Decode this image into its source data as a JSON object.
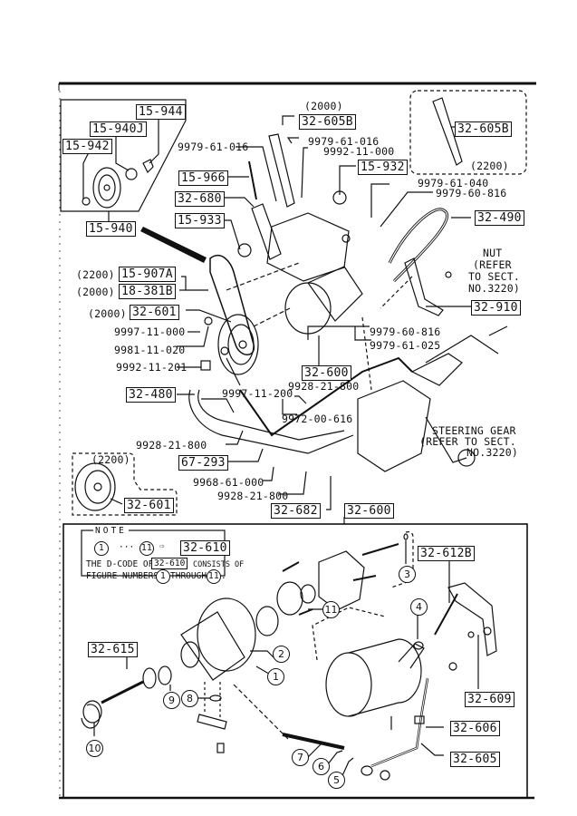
{
  "diagram": {
    "title": "Power steering pump and lines exploded parts diagram",
    "top_section": {
      "idler_group": {
        "assembly": "15-940",
        "parts": [
          "15-944",
          "15-940J",
          "15-942"
        ]
      },
      "variant_2000_label": "(2000)",
      "variant_2200_label": "(2200)",
      "bracket_2000": "32-605B",
      "bracket_2200": "32-605B",
      "bolts": {
        "b1": "9979-61-016",
        "b2": "9979-61-016",
        "b3": "9992-11-000",
        "b4": "9979-61-040",
        "b5": "9979-60-816",
        "b6": "9979-60-816",
        "b7": "9979-61-025"
      },
      "parts": {
        "p15_966": "15-966",
        "p32_680": "32-680",
        "p15_933": "15-933",
        "p15_932": "15-932",
        "p32_490": "32-490",
        "p32_910": "32-910"
      },
      "nut_note": [
        "NUT",
        "(REFER",
        "TO SECT.",
        "NO.3220)"
      ],
      "belts": [
        {
          "variant": "(2200)",
          "part": "15-907A"
        },
        {
          "variant": "(2000)",
          "part": "18-381B"
        }
      ],
      "pulley": {
        "variant": "(2000)",
        "part": "32-601"
      },
      "pulley_hardware": [
        "9997-11-000",
        "9981-11-020",
        "9992-11-201",
        "9997-11-200"
      ],
      "pump": "32-600",
      "clamp_a": "9928-21-800",
      "bolt_c": "9972-00-616",
      "hose_480": "32-480",
      "clamp_b": "9928-21-800",
      "part_67_293": "67-293",
      "hose_clip": "9968-61-000",
      "clamp_c": "9928-21-800",
      "hose_682": "32-682",
      "pump_assembly": "32-600",
      "steering_gear_note": [
        "STEERING GEAR",
        "(REFER TO SECT.",
        "NO.3220)"
      ],
      "pulley_2200": {
        "variant": "(2200)",
        "part": "32-601"
      }
    },
    "bottom_section": {
      "note": {
        "heading": "NOTE",
        "from": "1",
        "to": "11",
        "ellipsis": "···",
        "arrow": "⇨",
        "code": "32-610",
        "line1_prefix": "THE D-CODE OF",
        "line1_code": "32-610",
        "line1_suffix": "CONSISTS OF",
        "line2_prefix": "FIGURE NUMBERS",
        "line2_mid": "THROUGH",
        "line2_end": "."
      },
      "parts": {
        "p32_612B": "32-612B",
        "p32_615": "32-615",
        "p32_609": "32-609",
        "p32_606": "32-606",
        "p32_605": "32-605"
      },
      "figure_numbers": [
        "1",
        "2",
        "3",
        "4",
        "5",
        "6",
        "7",
        "8",
        "9",
        "10",
        "11"
      ]
    }
  }
}
